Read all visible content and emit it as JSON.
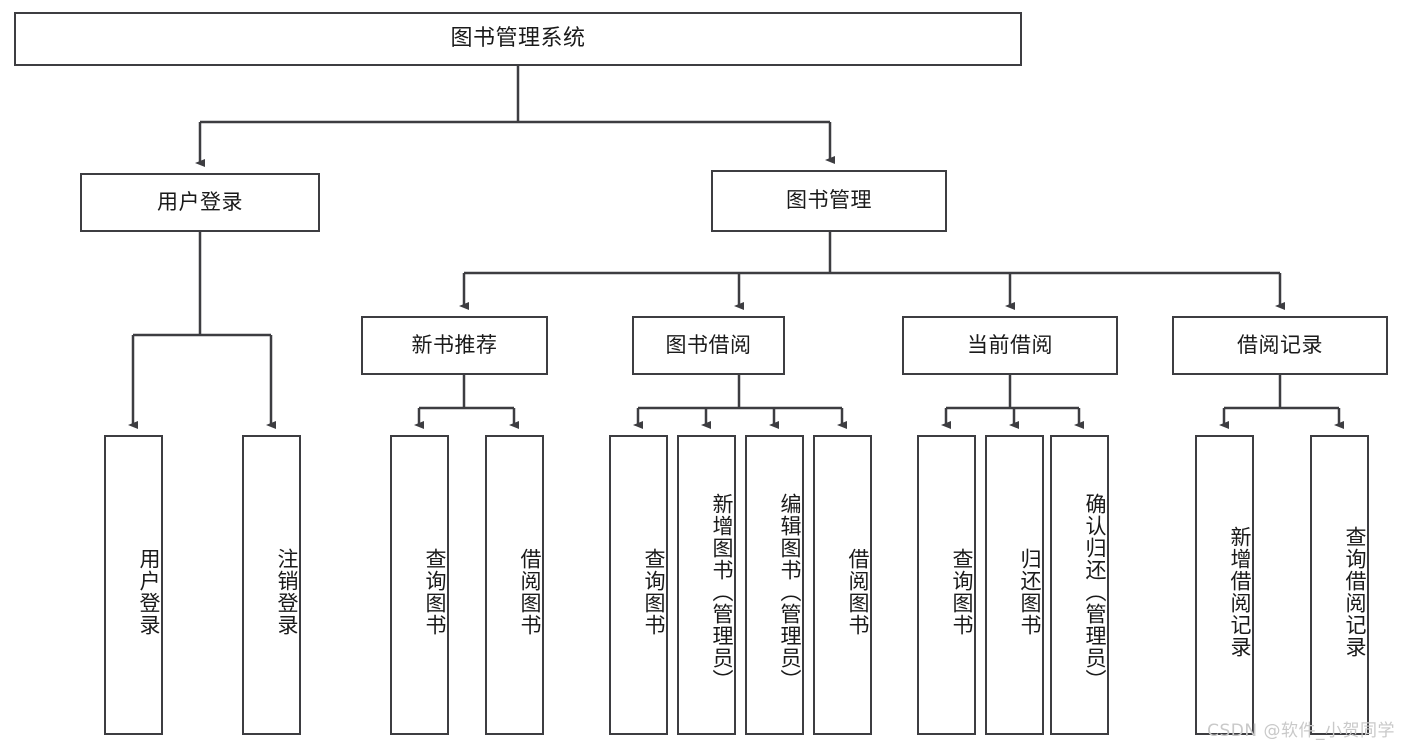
{
  "diagram": {
    "title": "图书管理系统",
    "type": "tree",
    "background_color": "#ffffff",
    "line_color": "#3d3d41",
    "text_color": "#1a1a1a",
    "root": {
      "label": "图书管理系统"
    },
    "level2": [
      {
        "label": "用户登录"
      },
      {
        "label": "图书管理"
      }
    ],
    "level3": [
      {
        "label": "新书推荐"
      },
      {
        "label": "图书借阅"
      },
      {
        "label": "当前借阅"
      },
      {
        "label": "借阅记录"
      }
    ],
    "leaves_user_login": [
      {
        "label": "用户登录"
      },
      {
        "label": "注销登录"
      }
    ],
    "leaves_new_book": [
      {
        "label": "查询图书"
      },
      {
        "label": "借阅图书"
      }
    ],
    "leaves_borrow": [
      {
        "label": "查询图书"
      },
      {
        "label": "新增图书（管理员）"
      },
      {
        "label": "编辑图书（管理员）"
      },
      {
        "label": "借阅图书"
      }
    ],
    "leaves_current": [
      {
        "label": "查询图书"
      },
      {
        "label": "归还图书"
      },
      {
        "label": "确认归还（管理员）"
      }
    ],
    "leaves_records": [
      {
        "label": "新增借阅记录"
      },
      {
        "label": "查询借阅记录"
      }
    ]
  },
  "watermark": {
    "text": "CSDN @软件_小贺同学",
    "color": "#c9c9c9"
  }
}
